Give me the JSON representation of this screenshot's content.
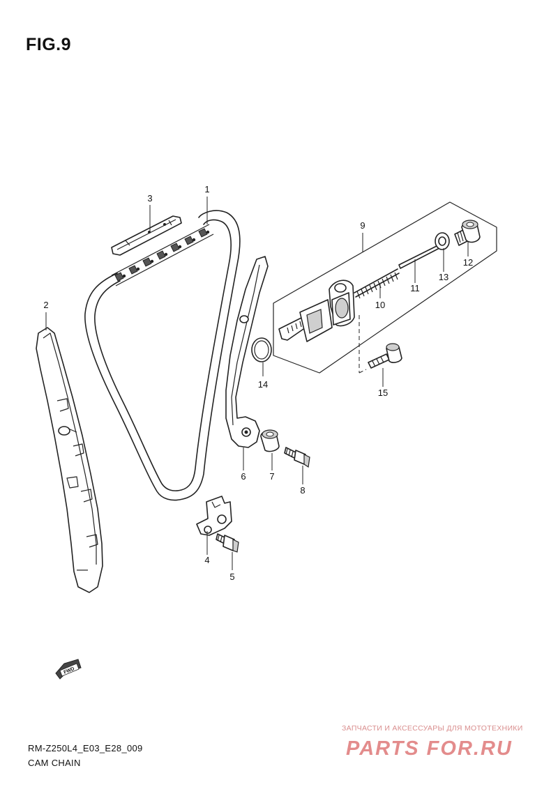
{
  "figure": {
    "title": "FIG.9"
  },
  "footer": {
    "model_code": "RM-Z250L4_E03_E28_009",
    "group_name": "CAM CHAIN"
  },
  "parts": [
    {
      "id": "part-1",
      "label": "1"
    },
    {
      "id": "part-2",
      "label": "2"
    },
    {
      "id": "part-3",
      "label": "3"
    },
    {
      "id": "part-4",
      "label": "4"
    },
    {
      "id": "part-5",
      "label": "5"
    },
    {
      "id": "part-6",
      "label": "6"
    },
    {
      "id": "part-7",
      "label": "7"
    },
    {
      "id": "part-8",
      "label": "8"
    },
    {
      "id": "part-9",
      "label": "9"
    },
    {
      "id": "part-10",
      "label": "10"
    },
    {
      "id": "part-11",
      "label": "11"
    },
    {
      "id": "part-12",
      "label": "12"
    },
    {
      "id": "part-13",
      "label": "13"
    },
    {
      "id": "part-14",
      "label": "14"
    },
    {
      "id": "part-15",
      "label": "15"
    }
  ],
  "direction_arrow": {
    "label": "FWD"
  },
  "watermark": {
    "tagline": "ЗАПЧАСТИ И АКСЕССУАРЫ ДЛЯ МОТОТЕХНИКИ",
    "site": "PARTS FOR.RU"
  },
  "colors": {
    "line": "#222222",
    "watermark": "#d98e8e",
    "background": "#ffffff"
  }
}
